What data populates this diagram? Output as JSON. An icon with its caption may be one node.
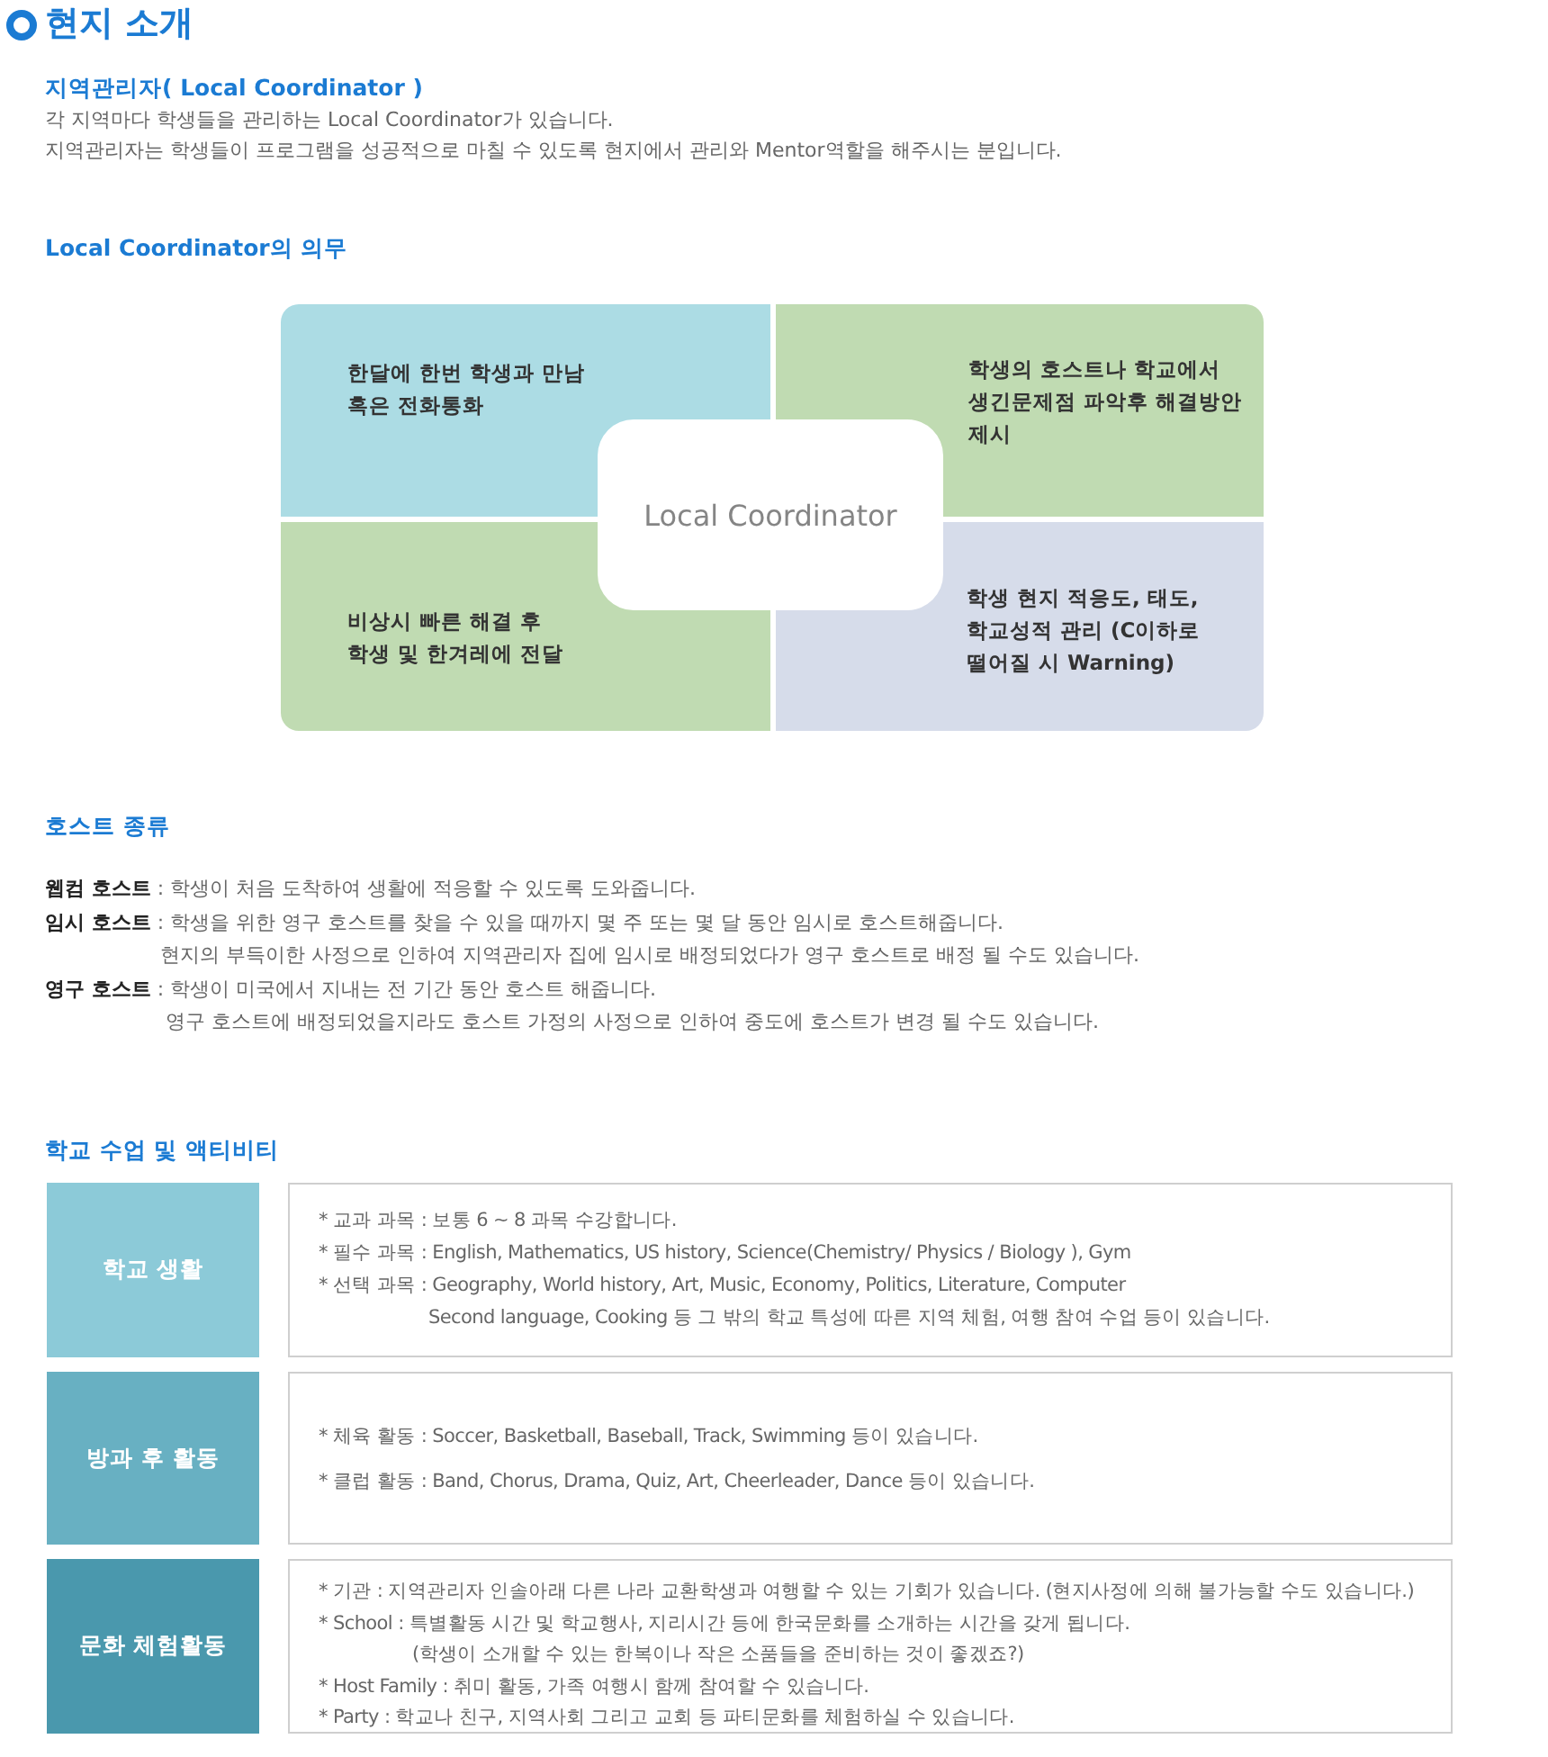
{
  "diagram": {
    "title": "현지 소개",
    "nodes": [
      {
        "text": [
          "한달에 한번 학생과 만남 혹은 전화통화"
        ]
      },
      {
        "text": [
          "학생의 호스트나 학교에서 생긴문제점 파악후 해결방안 제시"
        ]
      },
      {
        "text": [
          "비상시 빠른 해결 후 학생 및 한겨레에 전달"
        ]
      },
      {
        "text": [
          "학생 현지 적응도, 태도, 학교성적 관리 (C이하로 떨어질 시 Warning)"
        ]
      },
      {
        "text": [
          "Local Coordinator"
        ]
      },
      {
        "text": [
          "학교 생활"
        ]
      },
      {
        "text": [
          "* 교과 과목 : 보통 6 ~ 8 과목 수강합니다.",
          "* 필수 과목 : English, Mathematics, US history, Science(Chemistry/ Physics / Biology ), Gym",
          "* 선택 과목 : Geography, World history, Art, Music, Economy, Politics, Literature, Computer",
          "Second language, Cooking 등 그 밖의 학교 특성에 따른 지역 체험, 여행 참여 수업 등이 있습니다."
        ]
      },
      {
        "text": [
          "방과 후 활동"
        ]
      },
      {
        "text": [
          "* 체육 활동 : Soccer, Basketball, Baseball, Track, Swimming 등이 있습니다.",
          "* 클럽 활동 : Band, Chorus, Drama, Quiz, Art, Cheerleader, Dance 등이 있습니다."
        ]
      },
      {
        "text": [
          "문화 체험활동"
        ]
      },
      {
        "text": [
          "* 기관 : 지역관리자 인솔아래 다른 나라 교환학생과 여행할 수 있는 기회가 있습니다. (현지사정에 의해 불가능할 수도 있습니다.)",
          "* School : 특별활동 시간 및 학교행사, 지리시간 등에 한국문화를 소개하는 시간을 갖게 됩니다.",
          "(학생이 소개할 수 있는 한복이나 작은 소품들을 준비하는 것이 좋겠죠?)",
          "* Host Family : 취미 활동, 가족 여행시 함께 참여할 수 있습니다.",
          "* Party : 학교나 친구, 지역사회 그리고 교회 등 파티문화를 체험하실 수 있습니다."
        ]
      }
    ],
    "labels": [
      "지역관리자( Local Coordinator )",
      "각 지역마다 학생들을 관리하는 Local Coordinator가 있습니다.",
      "지역관리자는 학생들이 프로그램을 성공적으로 마칠 수 있도록 현지에서 관리와 Mentor역할을 해주시는 분입니다.",
      "Local Coordinator의 의무",
      "호스트 종류",
      "**웹컴 호스트** : 학생이 처음 도착하여 생활에 적응할 수 있도록 도와줍니다.",
      "**임시 호스트** : 학생을 위한 영구 호스트를 찾을 수 있을 때까지 몇 주 또는 몇 달 동안 임시로 호스트해줍니다.",
      "현지의 부득이한 사정으로 인하여 지역관리자 집에 임시로 배정되었다가 영구 호스트로 배정 될 수도 있습니다.",
      "**영구 호스트** : 학생이 미국에서 지내는 전 기간 동안 호스트 해줍니다.",
      "영구 호스트에 배정되었을지라도 호스트 가정의 사정으로 인하여 중도에 호스트가 변경 될 수도 있습니다.",
      "학교 수업 및 액티비티"
    ]
  }
}
